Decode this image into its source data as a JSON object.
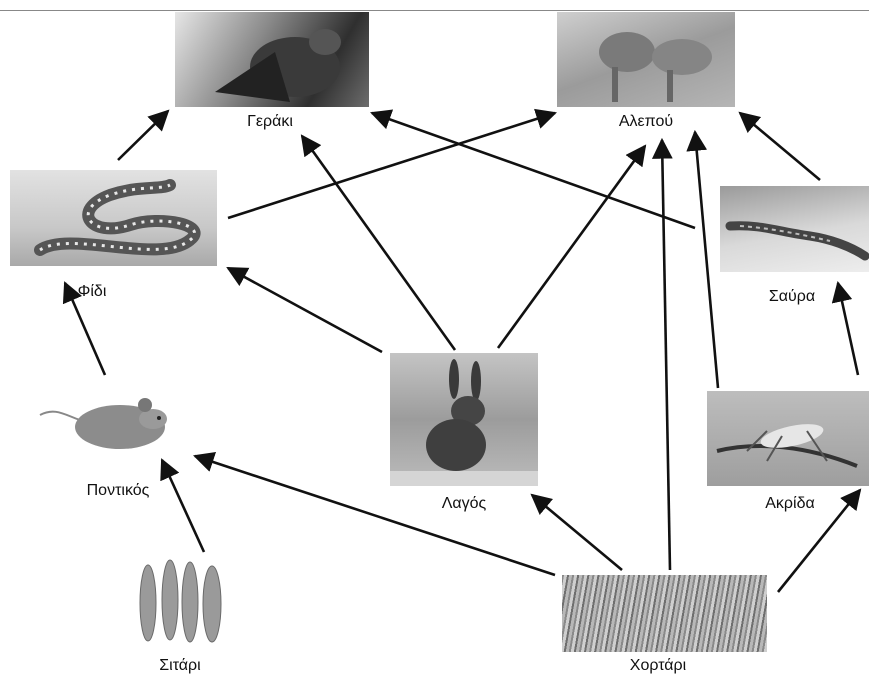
{
  "organisms": {
    "hawk": "Γεράκι",
    "fox": "Αλεπού",
    "snake": "Φίδι",
    "lizard": "Σαύρα",
    "mouse": "Ποντικός",
    "hare": "Λαγός",
    "grasshopper": "Ακρίδα",
    "wheat": "Σιτάρι",
    "grass": "Χορτάρι"
  },
  "edges": [
    {
      "from": "snake",
      "to": "hawk"
    },
    {
      "from": "snake",
      "to": "fox"
    },
    {
      "from": "lizard",
      "to": "hawk"
    },
    {
      "from": "lizard",
      "to": "fox"
    },
    {
      "from": "hare",
      "to": "hawk"
    },
    {
      "from": "hare",
      "to": "fox"
    },
    {
      "from": "hare",
      "to": "snake"
    },
    {
      "from": "mouse",
      "to": "snake"
    },
    {
      "from": "wheat",
      "to": "mouse"
    },
    {
      "from": "grass",
      "to": "mouse"
    },
    {
      "from": "grass",
      "to": "hare"
    },
    {
      "from": "grass",
      "to": "fox"
    },
    {
      "from": "grass",
      "to": "grasshopper"
    },
    {
      "from": "grasshopper",
      "to": "fox"
    },
    {
      "from": "grasshopper",
      "to": "lizard"
    }
  ]
}
